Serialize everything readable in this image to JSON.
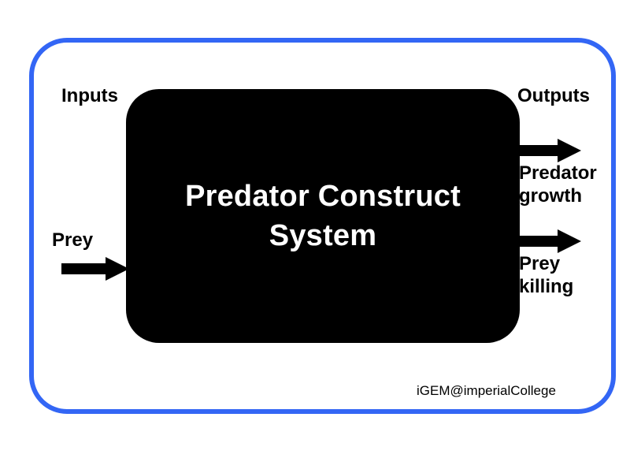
{
  "diagram": {
    "title_lines": "Predator Construct\nSystem",
    "frame": {
      "border_color": "#3366F5",
      "background": "#FFFFFF"
    },
    "block": {
      "fill_color": "#000000",
      "text_color": "#FFFFFF"
    },
    "sections": {
      "inputs_heading": "Inputs",
      "outputs_heading": "Outputs"
    },
    "inputs": [
      {
        "label": "Prey",
        "arrow": "arrow-right-solid",
        "direction": "into-system"
      }
    ],
    "outputs": [
      {
        "label": "Predator\ngrowth",
        "arrow": "arrow-right-solid",
        "direction": "out-of-system"
      },
      {
        "label": "Prey\nkilling",
        "arrow": "arrow-right-solid",
        "direction": "out-of-system"
      }
    ],
    "credit": "iGEM@imperialCollege"
  }
}
